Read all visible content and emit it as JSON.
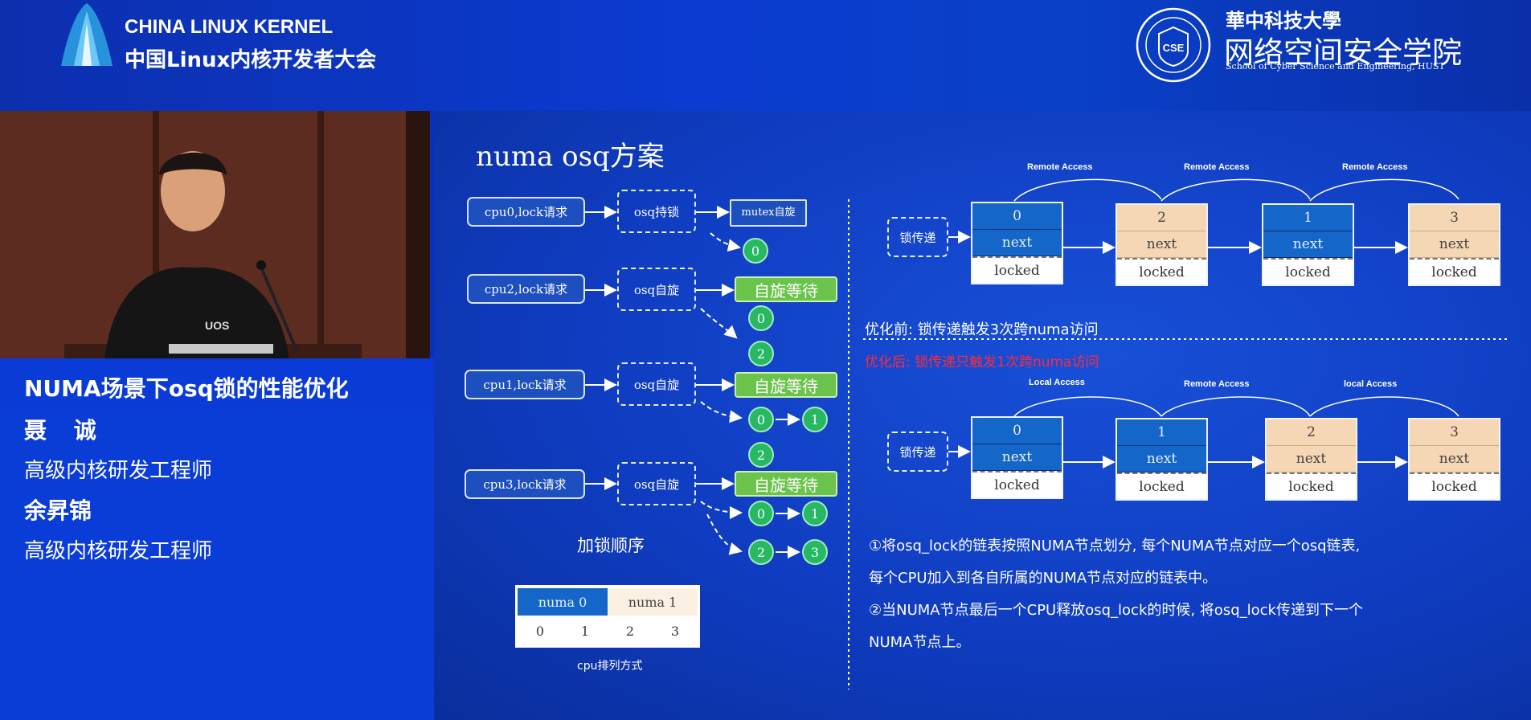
{
  "banner": {
    "conference_en": "CHINA LINUX KERNEL",
    "conference_cn": "中国Linux内核开发者大会",
    "seal_text": "CSE",
    "university_cn": "華中科技大學",
    "school_cn": "网络空间安全学院",
    "school_en": "School of Cyber Science and Engineering, HUST"
  },
  "speaker_panel": {
    "talk_title": "NUMA场景下osq锁的性能优化",
    "shirt_text": "UOS",
    "speakers": [
      {
        "name": "聂  诚",
        "role": "高级内核研发工程师"
      },
      {
        "name": "余昇锦",
        "role": "高级内核研发工程师"
      }
    ]
  },
  "slide": {
    "title": "numa osq方案",
    "left": {
      "rows": [
        {
          "request": "cpu0,lock请求",
          "state": "osq持锁",
          "result": "mutex自旋",
          "queues": [
            [
              "0"
            ]
          ]
        },
        {
          "request": "cpu2,lock请求",
          "state": "osq自旋",
          "result": "自旋等待",
          "queues": [
            [
              "0"
            ],
            [
              "2"
            ]
          ]
        },
        {
          "request": "cpu1,lock请求",
          "state": "osq自旋",
          "result": "自旋等待",
          "queues": [
            [
              "0",
              "1"
            ],
            [
              "2"
            ]
          ]
        },
        {
          "request": "cpu3,lock请求",
          "state": "osq自旋",
          "result": "自旋等待",
          "queues": [
            [
              "0",
              "1"
            ],
            [
              "2",
              "3"
            ]
          ]
        }
      ],
      "order_label": "加锁顺序",
      "legend": {
        "headers": [
          "numa 0",
          "numa 1"
        ],
        "cpus": [
          "0",
          "1",
          "2",
          "3"
        ],
        "caption": "cpu排列方式"
      }
    },
    "right": {
      "pass_label": "锁传递",
      "before": {
        "access_labels": [
          "Remote Access",
          "Remote Access",
          "Remote Access"
        ],
        "nodes": [
          {
            "id": "0",
            "numa": 0
          },
          {
            "id": "2",
            "numa": 1
          },
          {
            "id": "1",
            "numa": 0
          },
          {
            "id": "3",
            "numa": 1
          }
        ],
        "caption": "优化前: 锁传递触发3次跨numa访问"
      },
      "after": {
        "caption": "优化后: 锁传递只触发1次跨numa访问",
        "access_labels": [
          "Local Access",
          "Remote Access",
          "local Access"
        ],
        "nodes": [
          {
            "id": "0",
            "numa": 0
          },
          {
            "id": "1",
            "numa": 0
          },
          {
            "id": "2",
            "numa": 1
          },
          {
            "id": "3",
            "numa": 1
          }
        ]
      },
      "field_next": "next",
      "field_locked": "locked",
      "explanation": [
        "①将osq_lock的链表按照NUMA节点划分, 每个NUMA节点对应一个osq链表,",
        "每个CPU加入到各自所属的NUMA节点对应的链表中。",
        "②当NUMA节点最后一个CPU释放osq_lock的时候, 将osq_lock传递到下一个",
        "NUMA节点上。"
      ]
    }
  },
  "colors": {
    "numa0_blue": "#1466c8",
    "numa1_peach": "#f6d7b5",
    "wait_green": "#6ac34a",
    "queue_green": "#26b863",
    "after_caption_red": "#ff2a3a"
  }
}
